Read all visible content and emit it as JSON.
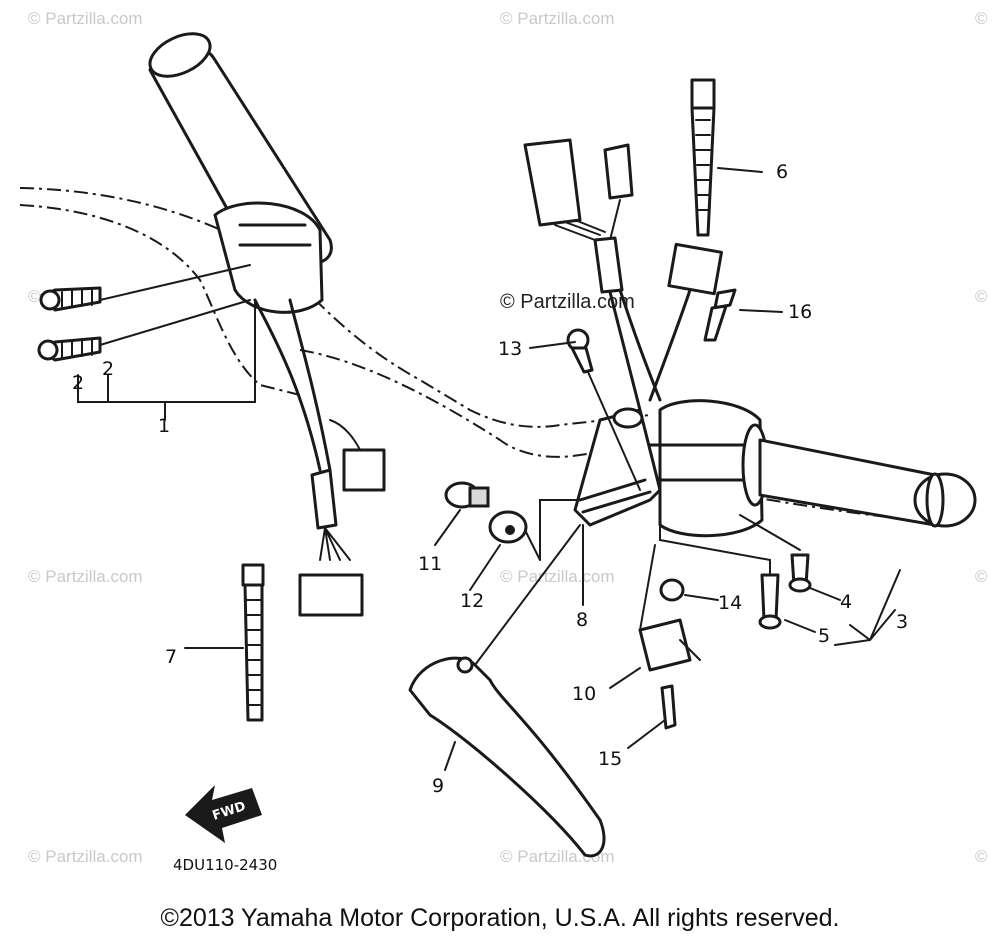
{
  "watermark_text": "© Partzilla.com",
  "watermark_small": "©",
  "callouts": {
    "c1": "1",
    "c2a": "2",
    "c2b": "2",
    "c3": "3",
    "c4": "4",
    "c5": "5",
    "c6": "6",
    "c7": "7",
    "c8": "8",
    "c9": "9",
    "c10": "10",
    "c11": "11",
    "c12": "12",
    "c13": "13",
    "c14": "14",
    "c15": "15",
    "c16": "16"
  },
  "fwd_label": "FWD",
  "diagram_code": "4DU110-2430",
  "copyright": "©2013 Yamaha Motor Corporation, U.S.A. All rights reserved."
}
